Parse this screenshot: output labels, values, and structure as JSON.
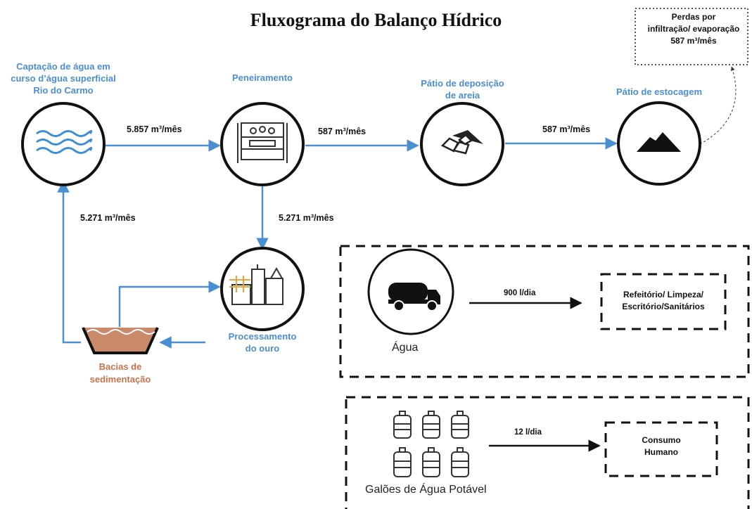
{
  "title": "Fluxograma do Balanço Hídrico",
  "losses": {
    "line1": "Perdas por",
    "line2": "infiltração/ evaporação",
    "line3": "587 m³/mês"
  },
  "nodes": {
    "captacao": {
      "line1": "Captação de água em",
      "line2": "curso d’água superficial",
      "line3": "Rio do Carmo"
    },
    "peneiramento": {
      "line1": "Peneiramento"
    },
    "patio_deposicao": {
      "line1": "Pátio de deposição",
      "line2": "de areia"
    },
    "patio_estocagem": {
      "line1": "Pátio de estocagem"
    },
    "processamento": {
      "line1": "Processamento",
      "line2": "do ouro"
    },
    "bacias": {
      "line1": "Bacias de",
      "line2": "sedimentação"
    }
  },
  "flows": {
    "captacao_to_peneiramento": "5.857 m³/mês",
    "peneiramento_to_deposicao": "587 m³/mês",
    "deposicao_to_estocagem": "587 m³/mês",
    "bacias_to_captacao": "5.271 m³/mês",
    "peneiramento_to_processamento": "5.271 m³/mês"
  },
  "water_box": {
    "source_label": "Água",
    "flow": "900 l/dia",
    "dest_line1": "Refeitório/ Limpeza/",
    "dest_line2": "Escritório/Sanitários"
  },
  "drinking_box": {
    "source_label": "Galões de Água Potável",
    "flow": "12 l/dia",
    "dest_line1": "Consumo",
    "dest_line2": "Humano"
  },
  "colors": {
    "flow_blue": "#4a8fd2",
    "label_brown": "#c9724a",
    "wave_blue": "#3b8fd6",
    "sediment": "#c98a6a"
  }
}
